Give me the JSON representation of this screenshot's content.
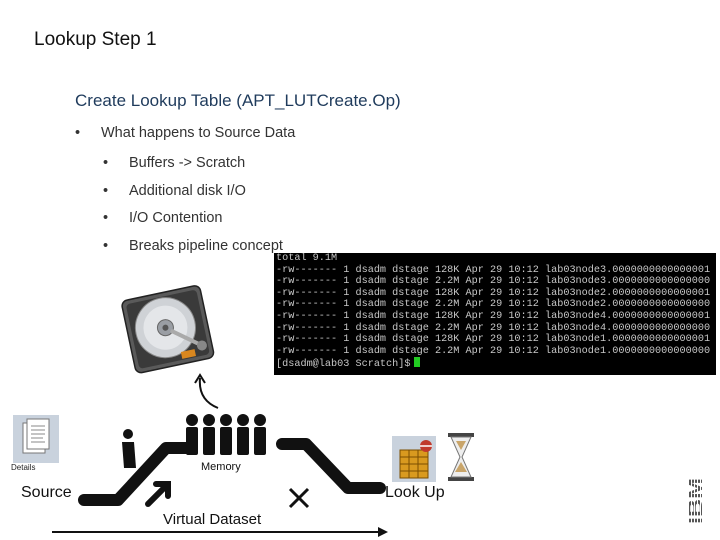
{
  "slide": {
    "title": "Lookup Step 1",
    "heading": "Create Lookup Table  (APT_LUTCreate.Op)",
    "bullet": "What happens to Source Data",
    "sub_bullets": [
      "Buffers -> Scratch",
      "Additional disk I/O",
      "I/O Contention",
      "Breaks pipeline concept"
    ],
    "bullet_glyph": "•"
  },
  "terminal": {
    "lines": [
      "total 9.1M",
      "-rw------- 1 dsadm dstage 128K Apr 29 10:12 lab03node3.0000000000000001",
      "-rw------- 1 dsadm dstage 2.2M Apr 29 10:12 lab03node3.0000000000000000",
      "-rw------- 1 dsadm dstage 128K Apr 29 10:12 lab03node2.0000000000000001",
      "-rw------- 1 dsadm dstage 2.2M Apr 29 10:12 lab03node2.0000000000000000",
      "-rw------- 1 dsadm dstage 128K Apr 29 10:12 lab03node4.0000000000000001",
      "-rw------- 1 dsadm dstage 2.2M Apr 29 10:12 lab03node4.0000000000000000",
      "-rw------- 1 dsadm dstage 128K Apr 29 10:12 lab03node1.0000000000000001",
      "-rw------- 1 dsadm dstage 2.2M Apr 29 10:12 lab03node1.0000000000000000"
    ],
    "prompt": "[dsadm@lab03 Scratch]$",
    "text_color": "#c8c8c8",
    "cursor_color": "#22cc22"
  },
  "diagram": {
    "source_label": "Source",
    "lookup_label": "Look Up",
    "virtual_dataset_label": "Virtual Dataset",
    "memory_label": "Memory",
    "details_label": "Details",
    "icons": [
      "hard-disk-icon",
      "details-document-icon",
      "escalator-icon",
      "people-group-icon",
      "lookup-table-icon",
      "hourglass-icon",
      "cross-icon",
      "arrow-icon"
    ]
  },
  "brand": {
    "logo_text": "IBM"
  }
}
